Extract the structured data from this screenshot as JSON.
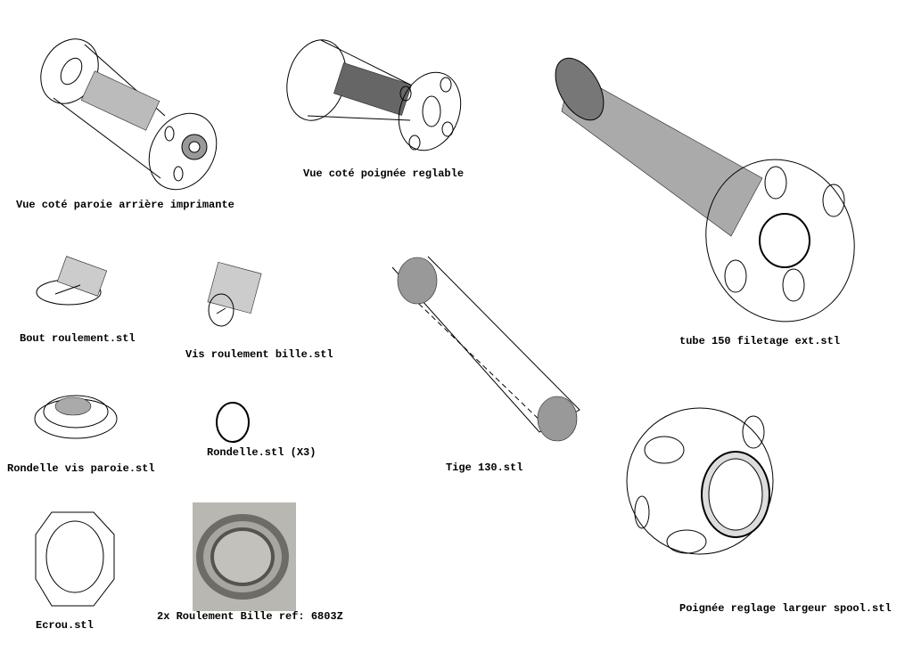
{
  "labels": {
    "view_printer_wall": "Vue coté paroie arrière imprimante",
    "view_handle": "Vue coté poignée reglable",
    "bearing_end": "Bout roulement.stl",
    "bearing_screw": "Vis roulement bille.stl",
    "tube": "tube 150 filetage ext.stl",
    "wall_washer": "Rondelle vis paroie.stl",
    "washer": "Rondelle.stl (X3)",
    "rod": "Tige 130.stl",
    "nut": "Ecrou.stl",
    "bearing": "2x Roulement Bille ref: 6803Z",
    "spool_handle": "Poignée reglage largeur spool.stl"
  }
}
